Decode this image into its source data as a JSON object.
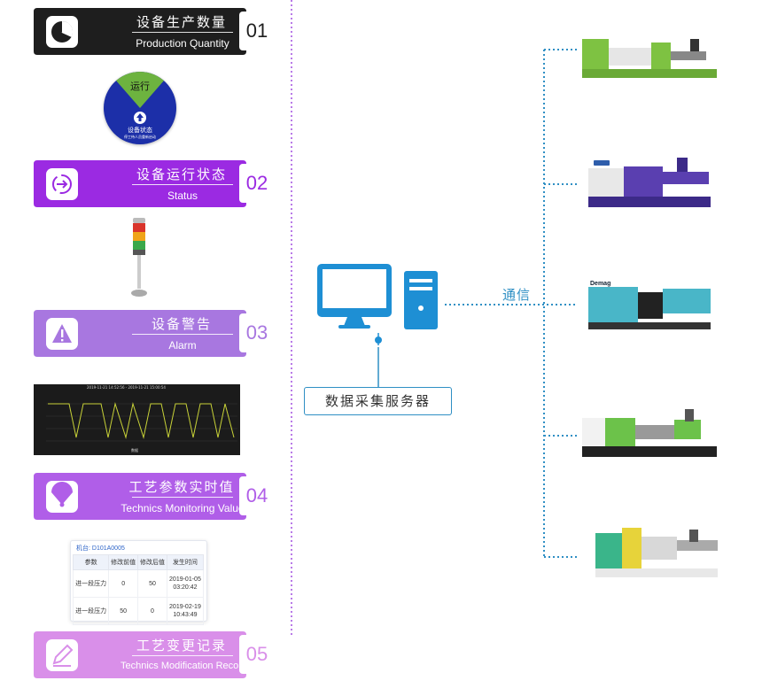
{
  "features": [
    {
      "cn": "设备生产数量",
      "en": "Production Quantity",
      "num": "01",
      "icon": "pie-chart-icon",
      "color": "#1e1e1e"
    },
    {
      "cn": "设备运行状态",
      "en": "Status",
      "num": "02",
      "icon": "refresh-cycle-icon",
      "color": "#9b2ae2"
    },
    {
      "cn": "设备警告",
      "en": "Alarm",
      "num": "03",
      "icon": "warning-triangle-icon",
      "color": "#a877e0"
    },
    {
      "cn": "工艺参数实时值",
      "en": "Technics Monitoring Value",
      "num": "04",
      "icon": "gauge-fan-icon",
      "color": "#b05ee8"
    },
    {
      "cn": "工艺变更记录",
      "en": "Technics Modification Record",
      "num": "05",
      "icon": "edit-pencil-icon",
      "color": "#d98fe9"
    }
  ],
  "status_disc": {
    "run_label": "运行",
    "title": "设备状态",
    "caption": "停工待人员重新启动"
  },
  "trend_chart": {
    "header": "2019-11-21 14:52:56 - 2019-11-21 15:00:54",
    "legend": "数据"
  },
  "record_table": {
    "machine": "机台: D101A0005",
    "headers": [
      "参数",
      "修改前值",
      "修改后值",
      "发生时间"
    ],
    "rows": [
      {
        "param": "进一段压力",
        "before": "0",
        "after": "50",
        "date": "2019-01-05",
        "time": "03:20:42"
      },
      {
        "param": "进一段压力",
        "before": "50",
        "after": "0",
        "date": "2019-02-19",
        "time": "10:43:49"
      }
    ]
  },
  "server": {
    "label": "数据采集服务器",
    "icon": "computer-monitor-icon"
  },
  "link_label": "通信",
  "machines": [
    {
      "color": "#7ec242",
      "brand": ""
    },
    {
      "color": "#5a3fb0",
      "brand": ""
    },
    {
      "color": "#49b6c8",
      "brand": "Demag"
    },
    {
      "color": "#6cc24a",
      "brand": ""
    },
    {
      "color": "#3ab58a",
      "brand": ""
    }
  ],
  "colors": {
    "divider": "#a24fe0",
    "link": "#2f8fc4",
    "server": "#1e8fd4"
  }
}
